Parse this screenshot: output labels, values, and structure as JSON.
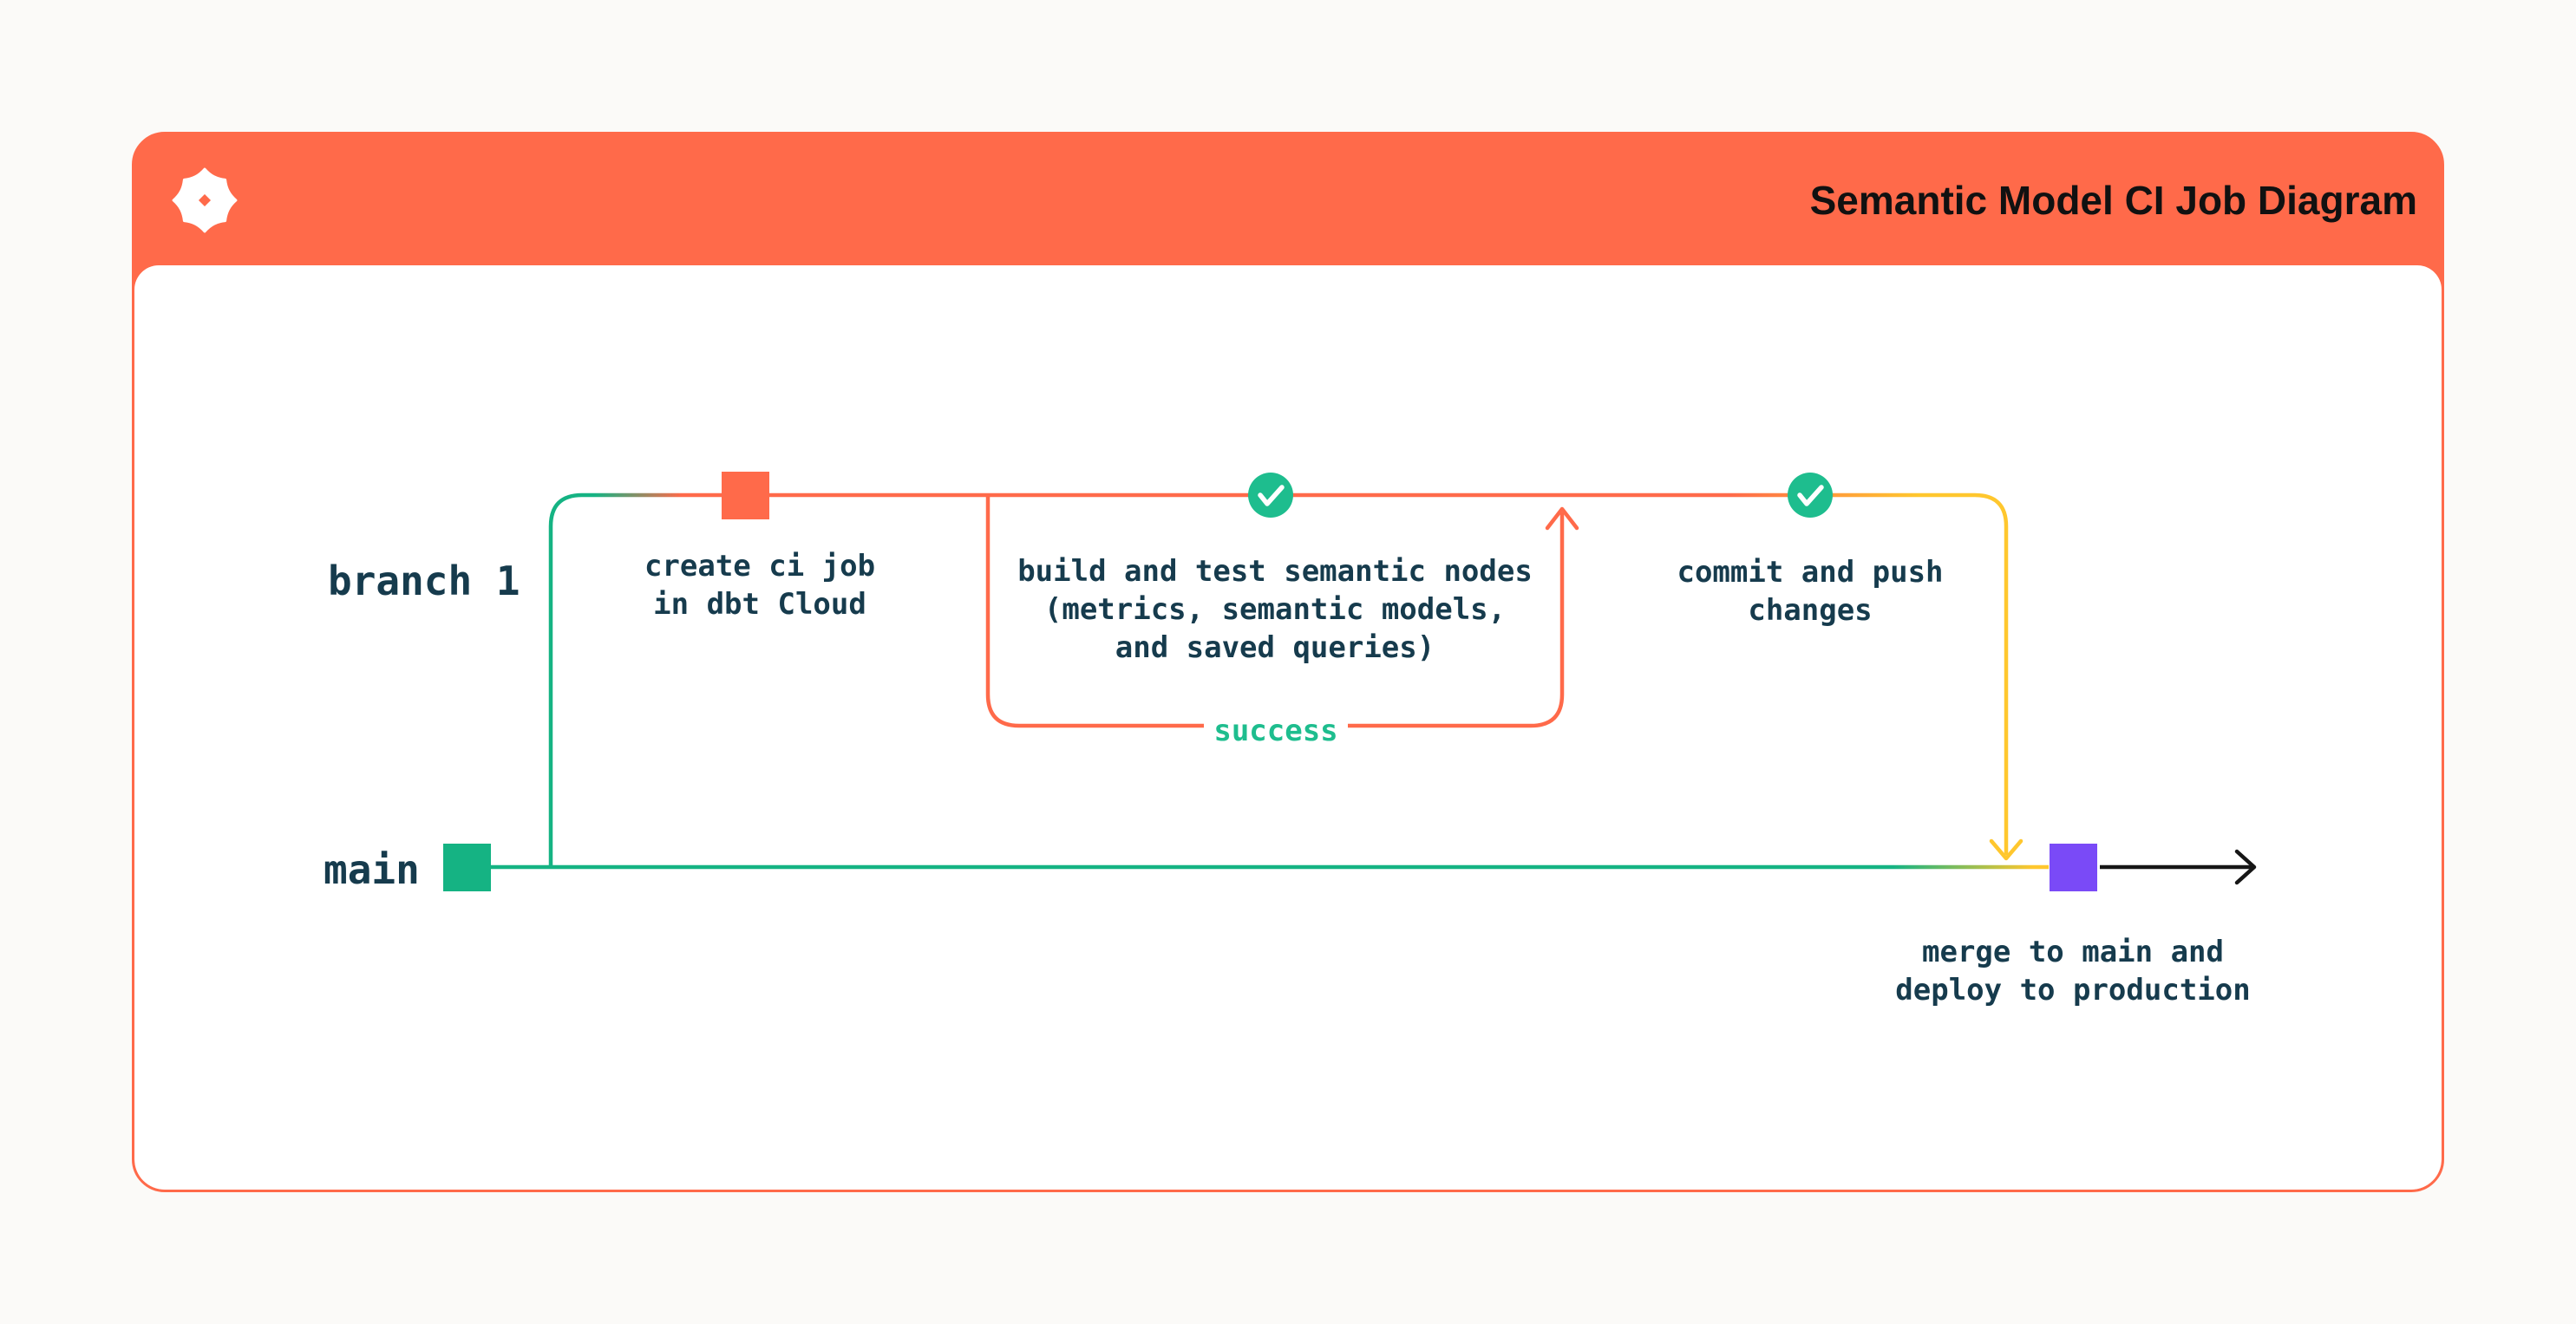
{
  "header": {
    "title": "Semantic Model CI Job Diagram",
    "logo": "dbt-logo"
  },
  "diagram": {
    "branch_label": "branch 1",
    "main_label": "main",
    "steps": {
      "create_ci": "create ci job\nin dbt Cloud",
      "build_test": "build and test semantic nodes\n(metrics, semantic models,\nand saved queries)",
      "success": "success",
      "commit_push": "commit and push\nchanges",
      "merge_deploy": "merge to main and\ndeploy to production"
    }
  },
  "colors": {
    "orange": "#FF6A4A",
    "teal": "#15B383",
    "teal_bright": "#1EBD8E",
    "yellow": "#FFC72E",
    "purple": "#7A4AF7",
    "navy": "#163B4D",
    "ink": "#111111",
    "page_bg": "#FBFAF8",
    "card_bg": "#FFFFFF"
  }
}
